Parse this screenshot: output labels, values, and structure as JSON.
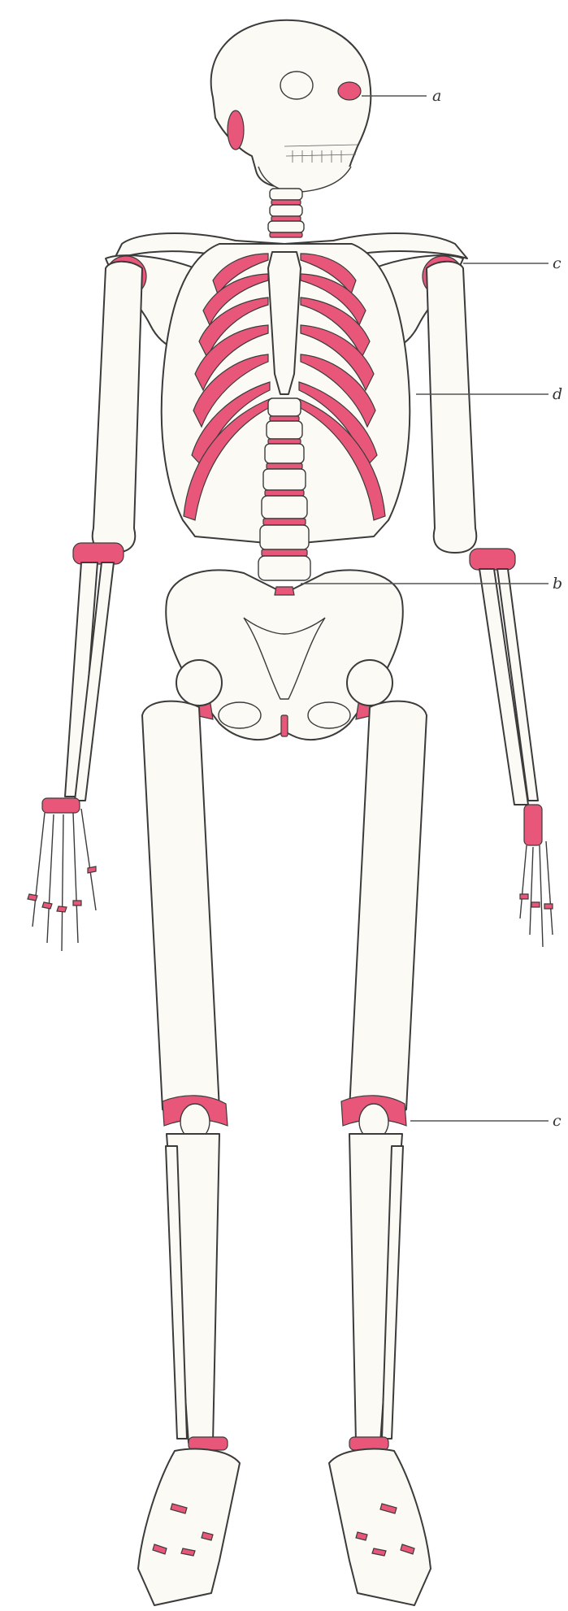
{
  "diagram": {
    "labels": [
      {
        "id": "label-a",
        "text": "a"
      },
      {
        "id": "label-c-shoulder",
        "text": "c"
      },
      {
        "id": "label-d",
        "text": "d"
      },
      {
        "id": "label-b",
        "text": "b"
      },
      {
        "id": "label-c-knee",
        "text": "c"
      }
    ],
    "colors": {
      "cartilage": "#e8577a",
      "bone": "#fbfaf4",
      "outline": "#3b3b3b",
      "background": "#ffffff"
    }
  }
}
